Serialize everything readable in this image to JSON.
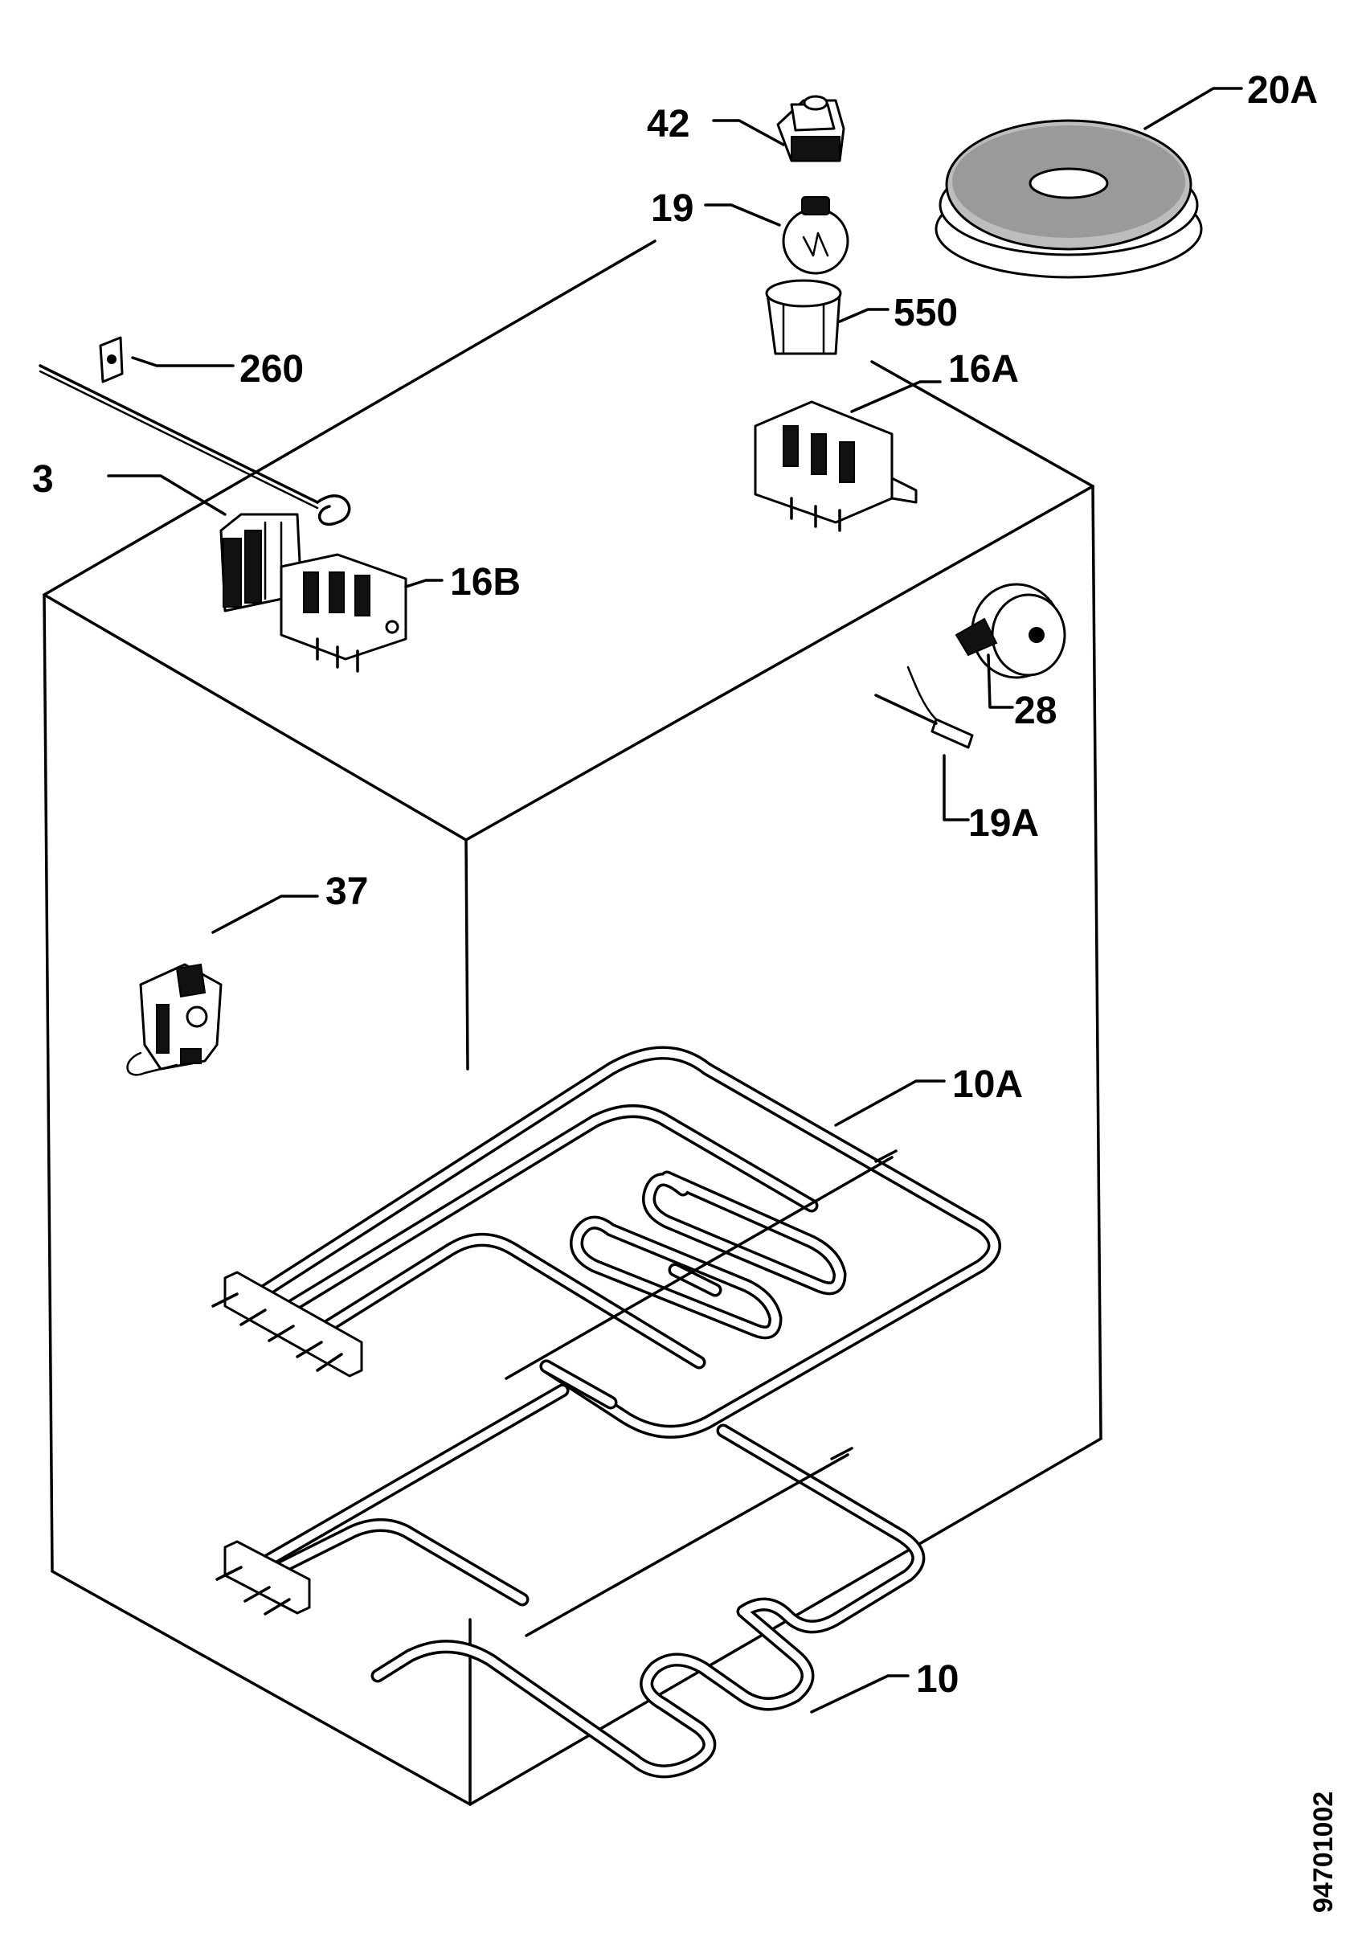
{
  "labels": {
    "p42": "42",
    "p20A": "20A",
    "p19": "19",
    "p550": "550",
    "p260": "260",
    "p16A": "16A",
    "p3": "3",
    "p16B": "16B",
    "p28": "28",
    "p19A": "19A",
    "p37": "37",
    "p10A": "10A",
    "p10": "10"
  },
  "drawing_code": "94701002"
}
